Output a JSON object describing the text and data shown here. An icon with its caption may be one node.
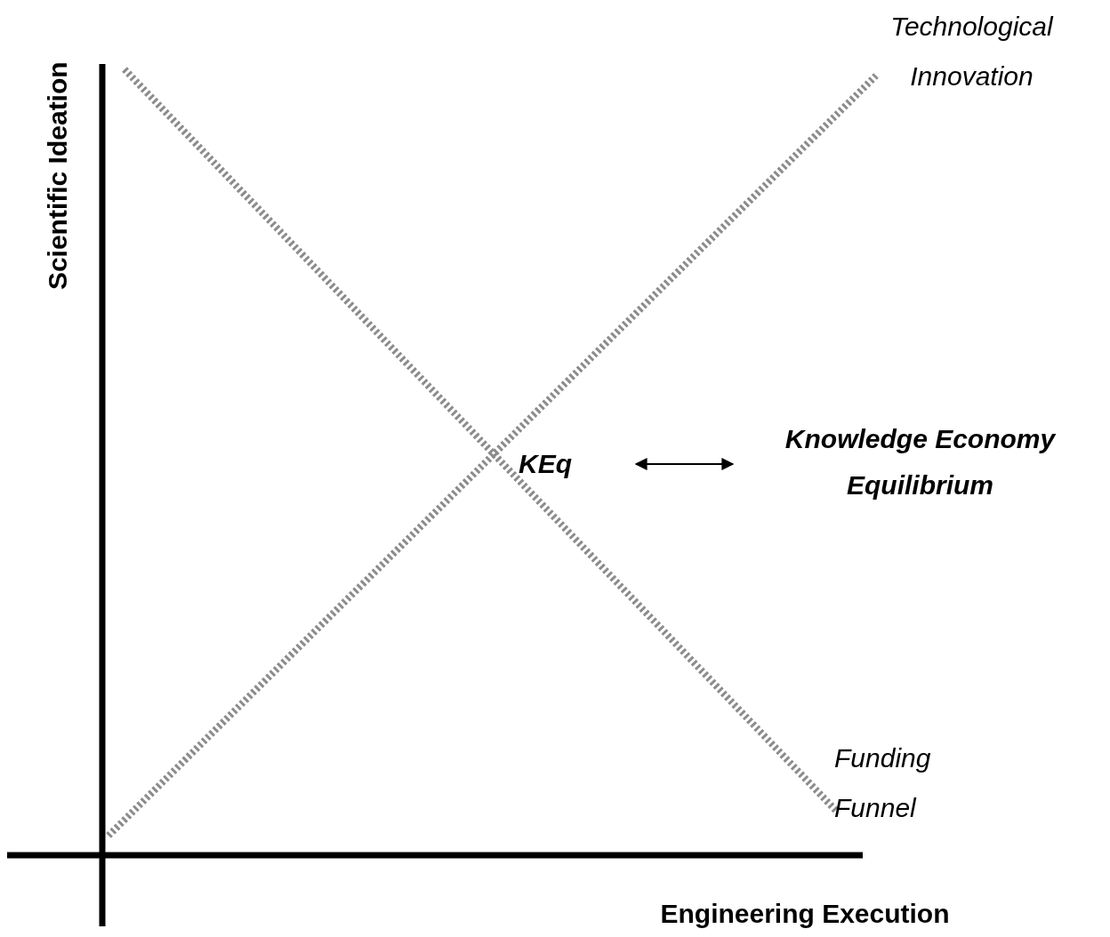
{
  "diagram": {
    "nodes": [
      {
        "text": [
          "KEq"
        ]
      },
      {
        "text": [
          "Knowledge Economy Equilibrium"
        ]
      }
    ],
    "edges": [
      {
        "from": 0,
        "to": 1,
        "arrow": "both"
      }
    ],
    "labels": [
      "Technological Innovation",
      "Scientific Ideation",
      "Funding Funnel",
      "Engineering Execution"
    ]
  }
}
